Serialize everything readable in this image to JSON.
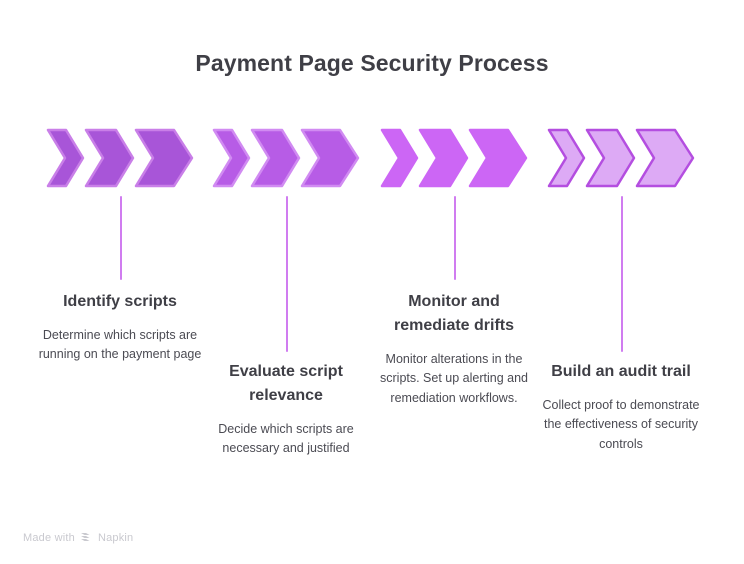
{
  "page": {
    "title": "Payment Page Security Process",
    "background": "#ffffff",
    "title_color": "#3f3f46"
  },
  "footer": {
    "prefix": "Made with",
    "brand": "Napkin",
    "logo_icon": "napkin-chevron-logo",
    "color": "#c9c9cf"
  },
  "steps": [
    {
      "index": 1,
      "title": "Identify scripts",
      "description": "Determine which scripts are running on the payment page",
      "fill": "#a855d8",
      "stroke": "#c97fe8",
      "connector_color": "#d07cf0",
      "icon": "triple-chevron-icon"
    },
    {
      "index": 2,
      "title": "Evaluate script relevance",
      "description": "Decide which scripts are necessary and justified",
      "fill": "#b75ce6",
      "stroke": "#d18bf2",
      "connector_color": "#d07cf0",
      "icon": "triple-chevron-icon"
    },
    {
      "index": 3,
      "title": "Monitor and remediate drifts",
      "description": "Monitor alterations in the scripts. Set up alerting and remediation workflows.",
      "fill": "#cc66f5",
      "stroke": "#cc66f5",
      "connector_color": "#d07cf0",
      "icon": "triple-chevron-icon"
    },
    {
      "index": 4,
      "title": "Build an audit trail",
      "description": "Collect proof to demonstrate the effectiveness of security controls",
      "fill": "#ddaaf5",
      "stroke": "#b44ee0",
      "connector_color": "#d07cf0",
      "icon": "triple-chevron-icon"
    }
  ]
}
